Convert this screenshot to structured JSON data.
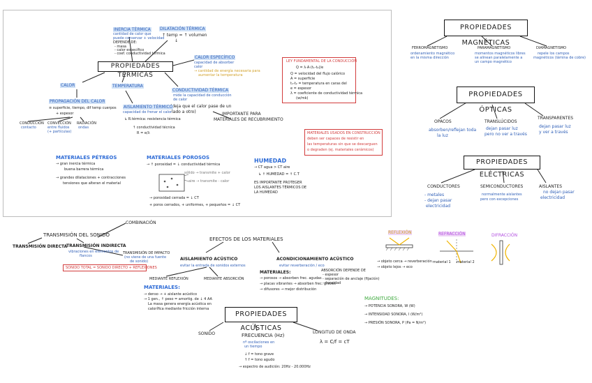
{
  "termicas": {
    "title": "PROPIEDADES TÉRMICAS",
    "inercia_title": "INERCIA TÉRMICA",
    "inercia_desc1": "cantidad de calor que",
    "inercia_desc2": "puede conservar + velocidad",
    "inercia_dep": "DEPENDE DE:",
    "inercia_i1": "- masa",
    "inercia_i2": "- calor específico",
    "inercia_i3": "- coef. conductividad térmica",
    "dilatacion_title": "DILATACIÓN TÉRMICA",
    "dilatacion_f1": "↑ temp = ↑ volumen",
    "dilatacion_f2": "↓",
    "calor_esp_title": "CALOR ESPECÍFICO",
    "calor_esp_d1": "capacidad de absorber",
    "calor_esp_d2": "calor",
    "calor_esp_d3": "→ cantidad de energía necesaria para",
    "calor_esp_d4": "aumentar la temperatura",
    "calor": "CALOR",
    "temperatura": "TEMPERATURA",
    "conductividad_title": "CONDUCTIVIDAD TÉRMICA",
    "conductividad_d1": "mide la capacidad de conducción",
    "conductividad_d2": "de calor",
    "conductividad_d3": "(deja que el calor pase de un",
    "conductividad_d4": "lado a otro)",
    "importante1": "IMPORTANTE PARA",
    "importante2": "MATERIALES DE RECUBRIMIENTO",
    "propagacion_title": "PROPAGACIÓN DEL CALOR",
    "propagacion_d1": "≡ superficie, tiempo, dif temp cuerpos",
    "propagacion_d2": "+ espesor",
    "conduccion": "CONDUCCIÓN",
    "conduccion_d": "contacto",
    "conveccion": "CONVECCIÓN",
    "conveccion_d1": "entre fluidos",
    "conveccion_d2": "(+ partículas)",
    "radiacion": "RADIACIÓN",
    "radiacion_d": "ondas",
    "aislamiento_title": "AISLAMIENTO TÉRMICO",
    "aislamiento_d1": "capacidad de frenar el calor",
    "aislamiento_d2": "↳ R.térmica: resistencia térmica",
    "aislamiento_d3": "↑ conductividad técnica",
    "aislamiento_d4": "R = e/λ",
    "ley_title": "LEY FUNDAMENTAL DE LA CONDUCCIÓN",
    "ley_f": "Q = λ·A·(t₁-t₂)/e",
    "ley_l1": "Q = velocidad del flujo calórico",
    "ley_l2": "A = superficie",
    "ley_l3": "t₁-t₂ = temperatura en caras del",
    "ley_l4": "e = espesor",
    "ley_l5": "λ = coeficiente de conductividad térmica",
    "ley_l6": "(w/mk)",
    "mat_usados1": "MATERIALES USADOS EN CONSTRUCCIÓN",
    "mat_usados2": "deben ser capaces de resistir en",
    "mat_usados3": "las temperaturas sin que se descarguen",
    "mat_usados4": "o degraden (ej. materiales cerámicos)",
    "petreos_title": "MATERIALES PÉTREOS",
    "petreos_d1": "→ gran inercia térmica",
    "petreos_d2": "buena barrera térmica",
    "petreos_d3": "→ grandes dilataciones + contracciones",
    "petreos_d4": "tensiones que alteran el material",
    "porosos_title": "MATERIALES POROSOS",
    "porosos_d1": "→ ↑ porosidad = ↓ conductividad térmica",
    "porosos_d2": "sólido → transmite + calor",
    "porosos_d3": "aire → transmite - calor",
    "porosos_d4": "→ porosidad cerrada = ↓ CT",
    "porosos_d5": "+ poros cerrados, + uniformes, + pequeños = ↓ CT",
    "humedad_title": "HUMEDAD",
    "humedad_d1": "→ CT agua > CT aire",
    "humedad_d2": "↳ ↑ HUMEDAD = ↑ C.T",
    "humedad_d3": "ES IMPORTANTE PROTEGER",
    "humedad_d4": "LOS AISLANTES TÉRMICOS DE",
    "humedad_d5": "LA HUMEDAD"
  },
  "magneticas": {
    "title": "PROPIEDADES MAGNÉTICAS",
    "ferro": "FERROMAGNETISMO",
    "ferro_d1": "ordenamiento magnético",
    "ferro_d2": "en la misma dirección",
    "para": "PARAMAGNETISMO",
    "para_d1": "momentos magnéticos libres",
    "para_d2": "se alinean paralelamente a",
    "para_d3": "un campo magnético",
    "dia": "DIAMAGNETISMO",
    "dia_d1": "repele los campos",
    "dia_d2": "magnéticos (lámina de cobre)"
  },
  "opticas": {
    "title": "PROPIEDADES ÓPTICAS",
    "opacos": "OPACOS",
    "opacos_d1": "absorben/reflejan toda",
    "opacos_d2": "la luz",
    "translucidos": "TRANSLÚCIDOS",
    "translucidos_d1": "dejan pasar luz",
    "translucidos_d2": "pero no ver a través",
    "transparentes": "TRANSPARENTES",
    "transparentes_d1": "dejan pasar luz",
    "transparentes_d2": "y ver a través"
  },
  "electricas": {
    "title": "PROPIEDADES ELÉCTRICAS",
    "conductores": "CONDUCTORES",
    "conductores_d1": "- metales",
    "conductores_d2": "- dejan pasar",
    "conductores_d3": "electricidad",
    "semi": "SEMICONDUCTORES",
    "semi_d1": "normalmente aislantes",
    "semi_d2": "pero con excepciones",
    "aislantes": "AISLANTES",
    "aislantes_d1": "no dejan pasar",
    "aislantes_d2": "electricidad"
  },
  "acusticas": {
    "title": "PROPIEDADES ACÚSTICAS",
    "transmision": "TRANSMISIÓN DEL SONIDO",
    "directa": "TRANSMISIÓN DIRECTA",
    "indirecta": "TRANSMISIÓN INDIRECTA",
    "indirecta_d1": "vibraciones en elementos de",
    "indirecta_d2": "flancos",
    "impacto1": "TRANSMISIÓN DE IMPACTO",
    "impacto2": "(no viene de una fuente",
    "impacto3": "de sonido)",
    "combinacion": "COMBINACIÓN",
    "total": "SONIDO TOTAL = SONIDO DIRECTO + REFLEXIONES",
    "efectos": "EFECTOS DE LOS MATERIALES",
    "aislamiento": "AISLAMIENTO ACÚSTICO",
    "aislamiento_d": "evitar la entrada de sonidos externos",
    "reflexion_m": "MEDIANTE REFLEXIÓN",
    "absorcion_m": "MEDIANTE ABSORCIÓN",
    "materiales1": "MATERIALES:",
    "mat1_l1": "→ denso → + aislante acústico",
    "mat1_l2": "→ 1 gen., ↑ peso = amortig. de ↓ 4 AA",
    "mat1_l3": "La masa genera energía acústica en",
    "mat1_l4": "calorífica mediante fricción interna",
    "acond": "ACONDICIONAMIENTO ACÚSTICO",
    "acond_d": "evitar reverberación / eco",
    "materiales2": "MATERIALES:",
    "mat2_l1": "→ porosos → absorben frec. agudas",
    "mat2_l2": "→ placas vibrantes → absorben frec. graves",
    "mat2_l3": "→ difusores → mejor distribución",
    "absorcion_box1": "ABSORCIÓN DEPENDE DE",
    "absorcion_box2": "- espesor",
    "absorcion_box3": "- separación de anclaje (fijación)",
    "absorcion_box4": "- densidad",
    "sonido": "SONIDO",
    "frecuencia": "FRECUENCIA (Hz)",
    "frecuencia_d1": "nº oscilaciones en",
    "frecuencia_d2": "un tiempo",
    "frecuencia_d3": "↓ f = tono grave",
    "frecuencia_d4": "↑ f = tono agudo",
    "espectro": "→ espectro de audición: 20Hz - 20.000Hz",
    "longitud": "LONGITUD DE ONDA",
    "longitud_f": "λ = C/f = cT",
    "reflexion": "REFLEXIÓN",
    "refraccion": "REFRACCIÓN",
    "difraccion": "DIFRACCIÓN",
    "refl_d1": "→ objeto cerca → reverberación",
    "refl_d2": "→ objeto lejos → eco",
    "material1": "material 1",
    "material2": "material 2",
    "magnitudes": "MAGNITUDES:",
    "mag1": "→ POTENCIA SONORA, W (W)",
    "mag2": "→ INTENSIDAD SONORA, I (W/m²)",
    "mag3": "→ PRESIÓN SONORA, P (Pa = N/m²)"
  }
}
